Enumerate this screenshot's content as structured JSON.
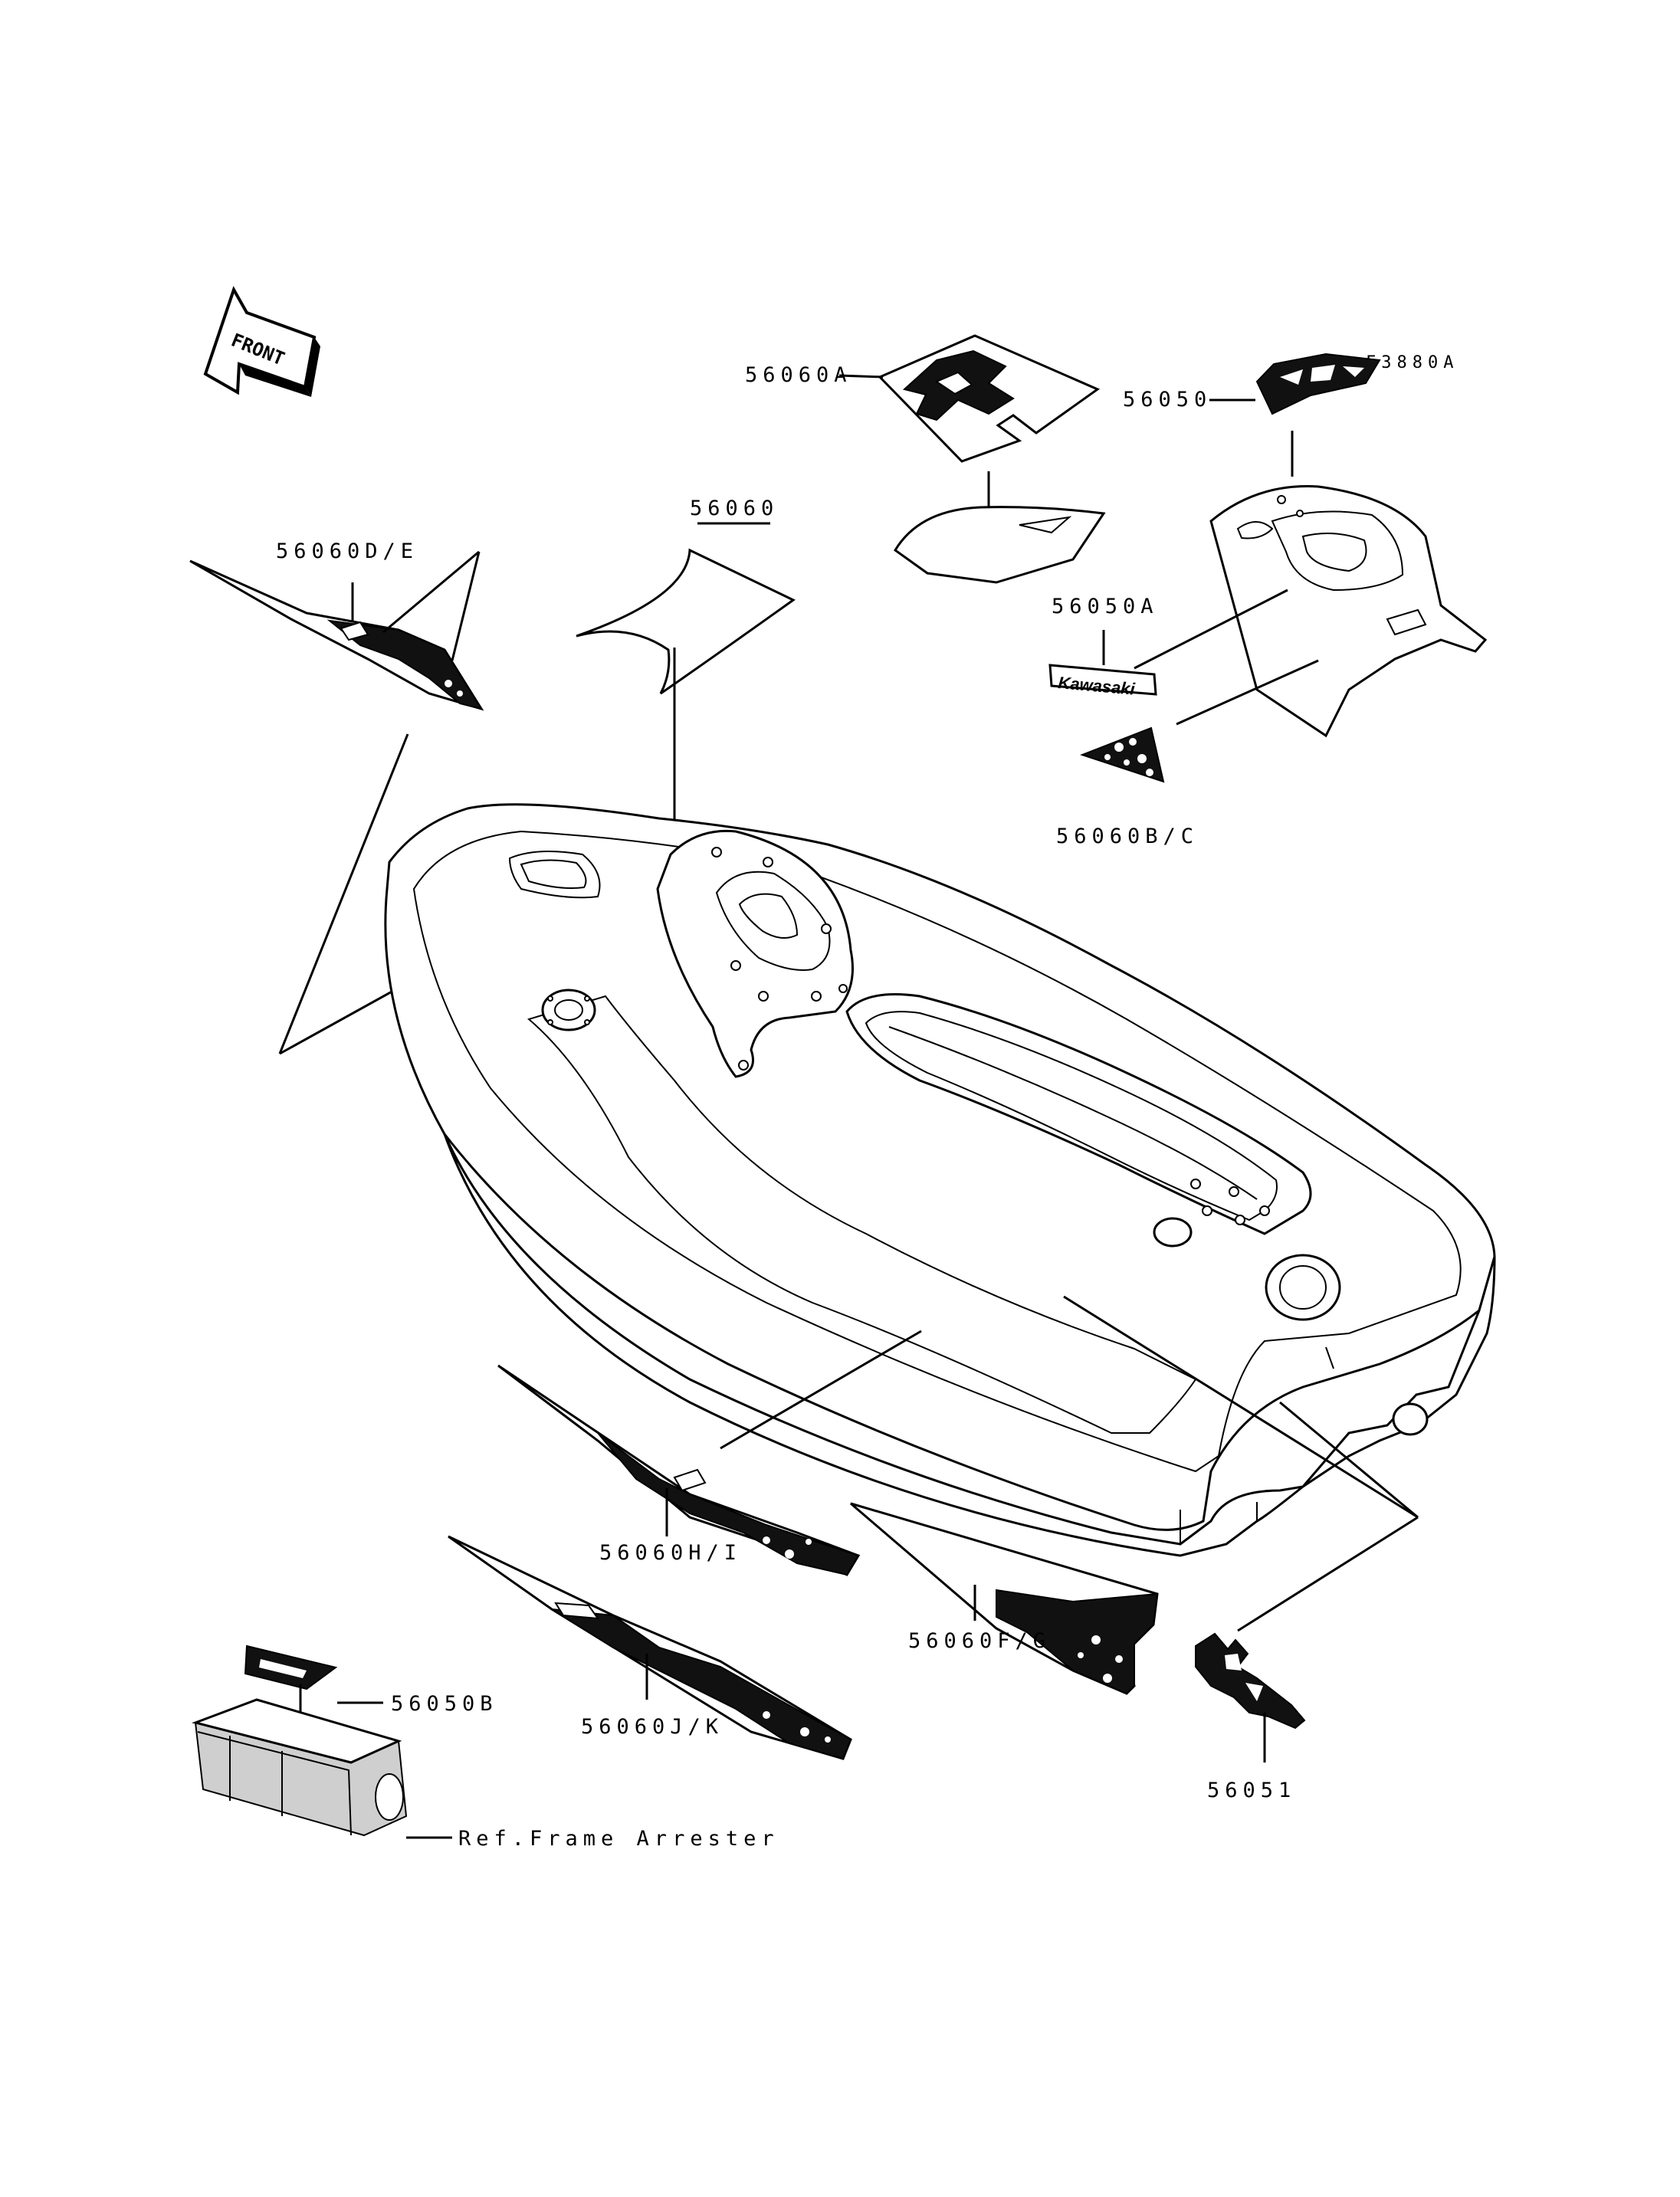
{
  "diagram": {
    "figure_code": "F3880A",
    "direction_arrow": "FRONT",
    "labels": {
      "seat_decal": "56060A",
      "hood_logo": "56050",
      "center_pad": "56060",
      "front_side_decal": "56060D/E",
      "kawasaki_decal": "56050A",
      "dotted_triangle": "56060B/C",
      "side_decal_hi": "56060H/I",
      "side_decal_fg": "56060F/G",
      "side_decal_jk": "56060J/K",
      "arrester_decal": "56050B",
      "rear_decal": "56051",
      "ref_note": "Ref.Frame Arrester"
    },
    "logo_texts": {
      "kawasaki": "Kawasaki"
    }
  }
}
